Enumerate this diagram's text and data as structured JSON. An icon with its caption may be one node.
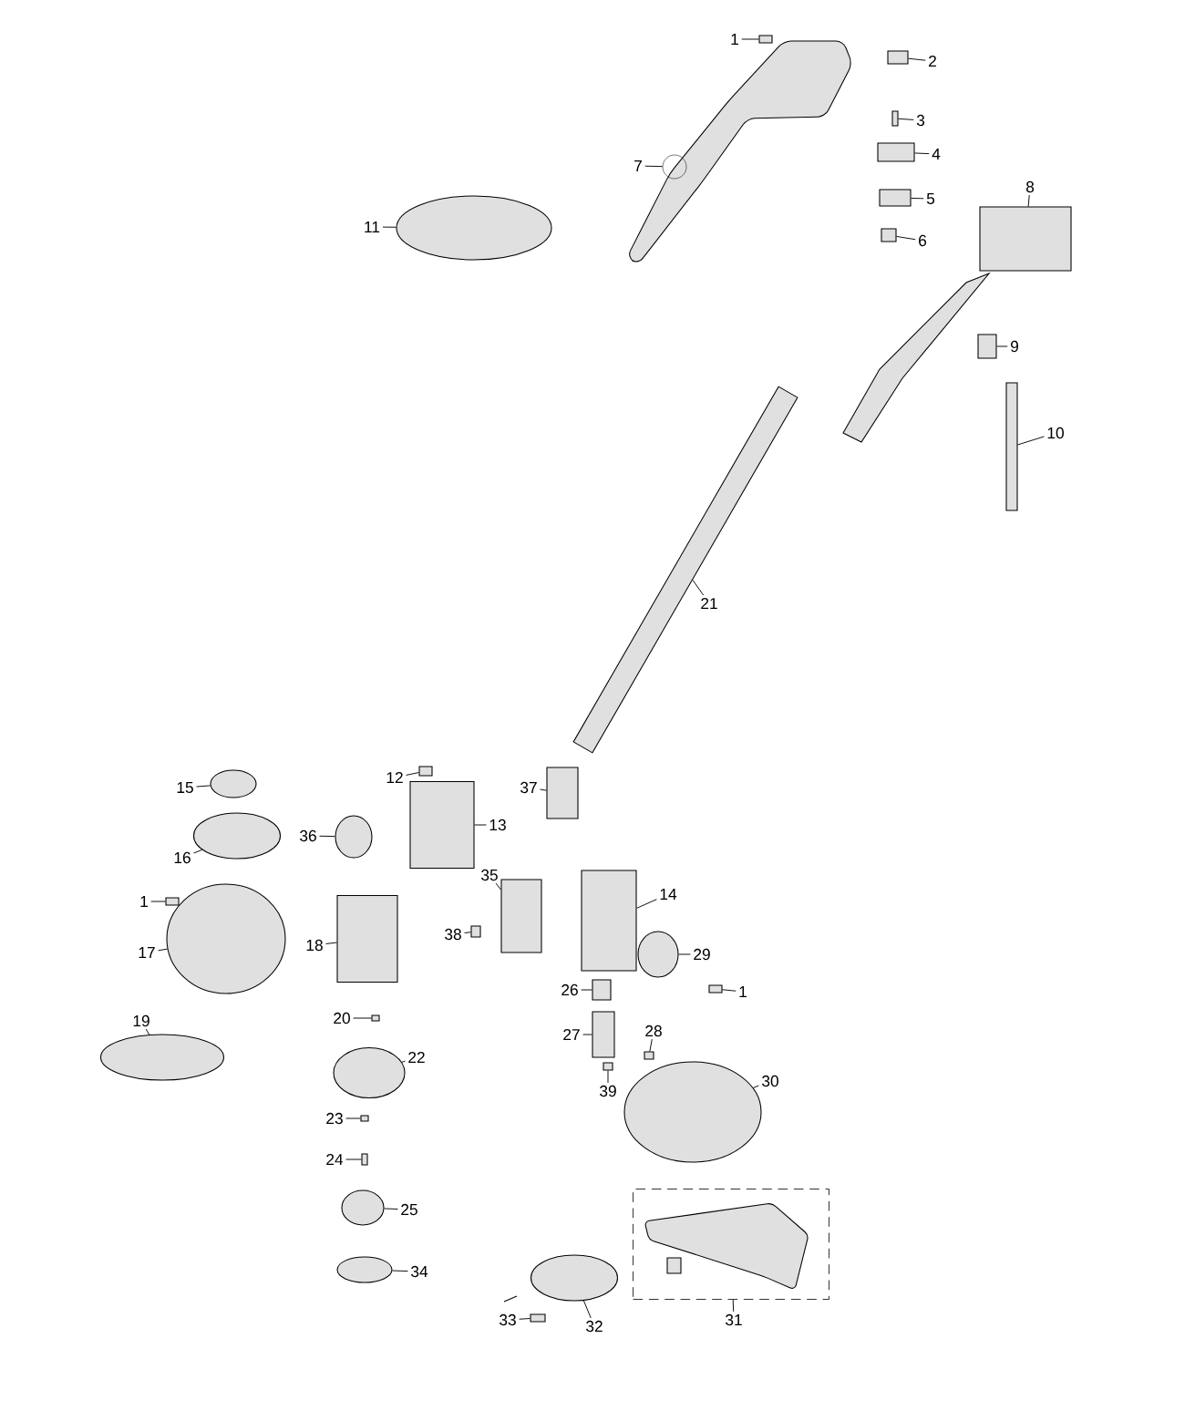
{
  "diagram": {
    "nodes": [
      {
        "text": [
          "1"
        ]
      },
      {
        "text": [],
        "shape": "box"
      },
      {
        "text": [
          "2"
        ]
      },
      {
        "text": [],
        "shape": "box"
      },
      {
        "text": [
          "3"
        ]
      },
      {
        "text": [],
        "shape": "box"
      },
      {
        "text": [
          "7"
        ]
      },
      {
        "text": [],
        "shape": "circle"
      },
      {
        "text": [
          "4"
        ]
      },
      {
        "text": [],
        "shape": "box"
      },
      {
        "text": [
          "8"
        ]
      },
      {
        "text": [],
        "shape": "box"
      },
      {
        "text": [
          "5"
        ]
      },
      {
        "text": [],
        "shape": "box"
      },
      {
        "text": [
          "11"
        ]
      },
      {
        "text": [],
        "shape": "ellipse"
      },
      {
        "text": [
          "6"
        ]
      },
      {
        "text": [],
        "shape": "box"
      },
      {
        "text": [
          "9"
        ]
      },
      {
        "text": [],
        "shape": "box"
      },
      {
        "text": [
          "10"
        ]
      },
      {
        "text": [],
        "shape": "box"
      },
      {
        "text": [
          "21"
        ]
      },
      {
        "text": [],
        "shape": "box"
      },
      {
        "text": [
          "12"
        ]
      },
      {
        "text": [],
        "shape": "box"
      },
      {
        "text": [
          "15"
        ]
      },
      {
        "text": [],
        "shape": "ellipse"
      },
      {
        "text": [
          "37"
        ]
      },
      {
        "text": [],
        "shape": "box"
      },
      {
        "text": [
          "13"
        ]
      },
      {
        "text": [],
        "shape": "box"
      },
      {
        "text": [
          "36"
        ]
      },
      {
        "text": [],
        "shape": "ellipse"
      },
      {
        "text": [
          "16"
        ]
      },
      {
        "text": [],
        "shape": "ellipse"
      },
      {
        "text": [
          "35"
        ]
      },
      {
        "text": [],
        "shape": "box"
      },
      {
        "text": [
          "14"
        ]
      },
      {
        "text": [],
        "shape": "box"
      },
      {
        "text": [
          "1"
        ]
      },
      {
        "text": [],
        "shape": "box"
      },
      {
        "text": [
          "18"
        ]
      },
      {
        "text": [],
        "shape": "box"
      },
      {
        "text": [
          "17"
        ]
      },
      {
        "text": [],
        "shape": "ellipse"
      },
      {
        "text": [
          "38"
        ]
      },
      {
        "text": [],
        "shape": "box"
      },
      {
        "text": [
          "29"
        ]
      },
      {
        "text": [],
        "shape": "ellipse"
      },
      {
        "text": [
          "26"
        ]
      },
      {
        "text": [],
        "shape": "box"
      },
      {
        "text": [
          "1"
        ]
      },
      {
        "text": [],
        "shape": "box"
      },
      {
        "text": [
          "20"
        ]
      },
      {
        "text": [],
        "shape": "box"
      },
      {
        "text": [
          "19"
        ]
      },
      {
        "text": [],
        "shape": "ellipse"
      },
      {
        "text": [
          "27"
        ]
      },
      {
        "text": [],
        "shape": "box"
      },
      {
        "text": [
          "28"
        ]
      },
      {
        "text": [],
        "shape": "box"
      },
      {
        "text": [
          "22"
        ]
      },
      {
        "text": [],
        "shape": "ellipse"
      },
      {
        "text": [
          "30"
        ]
      },
      {
        "text": [],
        "shape": "ellipse"
      },
      {
        "text": [
          "39"
        ]
      },
      {
        "text": [],
        "shape": "box"
      },
      {
        "text": [
          "23"
        ]
      },
      {
        "text": [],
        "shape": "box"
      },
      {
        "text": [
          "24"
        ]
      },
      {
        "text": [],
        "shape": "box"
      },
      {
        "text": [
          "25"
        ]
      },
      {
        "text": [],
        "shape": "ellipse"
      },
      {
        "text": [
          "34"
        ]
      },
      {
        "text": [],
        "shape": "ellipse"
      },
      {
        "text": [
          "31"
        ]
      },
      {
        "text": [],
        "shape": "box"
      },
      {
        "text": [
          "32"
        ]
      },
      {
        "text": [],
        "shape": "ellipse"
      },
      {
        "text": [
          "33"
        ]
      },
      {
        "text": [],
        "shape": "box"
      }
    ],
    "edges": [
      {
        "from": 0,
        "to": 1,
        "arrow": "none"
      },
      {
        "from": 2,
        "to": 3,
        "arrow": "none"
      },
      {
        "from": 4,
        "to": 5,
        "arrow": "none"
      },
      {
        "from": 6,
        "to": 7,
        "arrow": "none"
      },
      {
        "from": 8,
        "to": 9,
        "arrow": "none"
      },
      {
        "from": 10,
        "to": 11,
        "arrow": "none"
      },
      {
        "from": 12,
        "to": 13,
        "arrow": "none"
      },
      {
        "from": 14,
        "to": 15,
        "arrow": "none"
      },
      {
        "from": 16,
        "to": 17,
        "arrow": "none"
      },
      {
        "from": 18,
        "to": 19,
        "arrow": "none"
      },
      {
        "from": 20,
        "to": 21,
        "arrow": "none"
      },
      {
        "from": 22,
        "to": 23,
        "arrow": "none"
      },
      {
        "from": 24,
        "to": 25,
        "arrow": "none"
      },
      {
        "from": 26,
        "to": 27,
        "arrow": "none"
      },
      {
        "from": 28,
        "to": 29,
        "arrow": "none"
      },
      {
        "from": 30,
        "to": 31,
        "arrow": "none"
      },
      {
        "from": 32,
        "to": 33,
        "arrow": "none"
      },
      {
        "from": 34,
        "to": 35,
        "arrow": "none"
      },
      {
        "from": 36,
        "to": 37,
        "arrow": "none"
      },
      {
        "from": 38,
        "to": 39,
        "arrow": "none"
      },
      {
        "from": 40,
        "to": 41,
        "arrow": "none"
      },
      {
        "from": 42,
        "to": 43,
        "arrow": "none"
      },
      {
        "from": 44,
        "to": 45,
        "arrow": "none"
      },
      {
        "from": 46,
        "to": 47,
        "arrow": "none"
      },
      {
        "from": 48,
        "to": 49,
        "arrow": "none"
      },
      {
        "from": 50,
        "to": 51,
        "arrow": "none"
      },
      {
        "from": 52,
        "to": 53,
        "arrow": "none"
      },
      {
        "from": 54,
        "to": 55,
        "arrow": "none"
      },
      {
        "from": 56,
        "to": 57,
        "arrow": "none"
      },
      {
        "from": 58,
        "to": 59,
        "arrow": "none"
      },
      {
        "from": 60,
        "to": 61,
        "arrow": "none"
      },
      {
        "from": 62,
        "to": 63,
        "arrow": "none"
      },
      {
        "from": 64,
        "to": 65,
        "arrow": "none"
      },
      {
        "from": 66,
        "to": 67,
        "arrow": "none"
      },
      {
        "from": 68,
        "to": 69,
        "arrow": "none"
      },
      {
        "from": 70,
        "to": 71,
        "arrow": "none"
      },
      {
        "from": 72,
        "to": 73,
        "arrow": "none"
      },
      {
        "from": 74,
        "to": 75,
        "arrow": "none"
      },
      {
        "from": 76,
        "to": 77,
        "arrow": "none"
      },
      {
        "from": 78,
        "to": 79,
        "arrow": "none"
      },
      {
        "from": 80,
        "to": 81,
        "arrow": "none"
      }
    ]
  }
}
